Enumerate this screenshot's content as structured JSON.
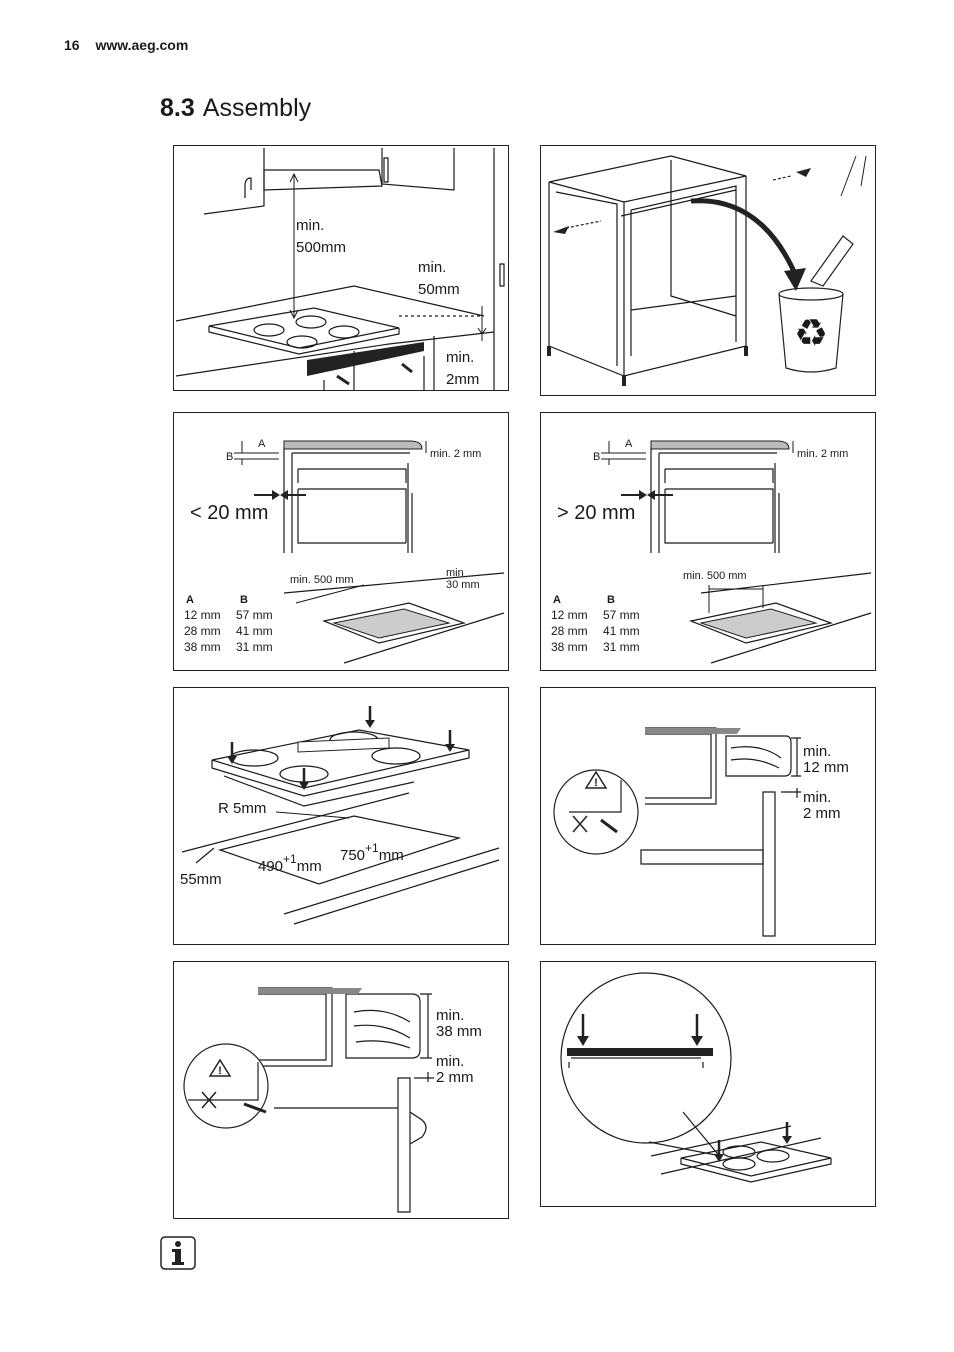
{
  "header": {
    "page_number": "16",
    "website": "www.aeg.com"
  },
  "section": {
    "number": "8.3",
    "title": "Assembly"
  },
  "panel1": {
    "min500": [
      "min.",
      "500mm"
    ],
    "min50": [
      "min.",
      "50mm"
    ],
    "min2": [
      "min.",
      "2mm"
    ]
  },
  "panel3": {
    "a": "A",
    "b": "B",
    "min2": "min. 2 mm",
    "big": "< 20 mm",
    "min500": "min. 500 mm",
    "min30": [
      "min",
      "30 mm"
    ],
    "table_head": [
      "A",
      "B"
    ],
    "rows": [
      [
        "12 mm",
        "57 mm"
      ],
      [
        "28 mm",
        "41 mm"
      ],
      [
        "38 mm",
        "31 mm"
      ]
    ]
  },
  "panel4": {
    "a": "A",
    "b": "B",
    "min2": "min. 2 mm",
    "big": "> 20 mm",
    "min500": "min. 500 mm",
    "table_head": [
      "A",
      "B"
    ],
    "rows": [
      [
        "12 mm",
        "57 mm"
      ],
      [
        "28 mm",
        "41 mm"
      ],
      [
        "38 mm",
        "31 mm"
      ]
    ]
  },
  "panel5": {
    "r5": "R 5mm",
    "w490": "490",
    "w750": "750",
    "sup": "+1",
    "mm": "mm",
    "d55": "55mm"
  },
  "panel6": {
    "min12": [
      "min.",
      "12 mm"
    ],
    "min2": [
      "min.",
      "2 mm"
    ]
  },
  "panel7": {
    "min38": [
      "min.",
      "38 mm"
    ],
    "min2": [
      "min.",
      "2 mm"
    ]
  },
  "icons": [
    "recycle-bin-icon",
    "warning-icon",
    "info-icon"
  ]
}
